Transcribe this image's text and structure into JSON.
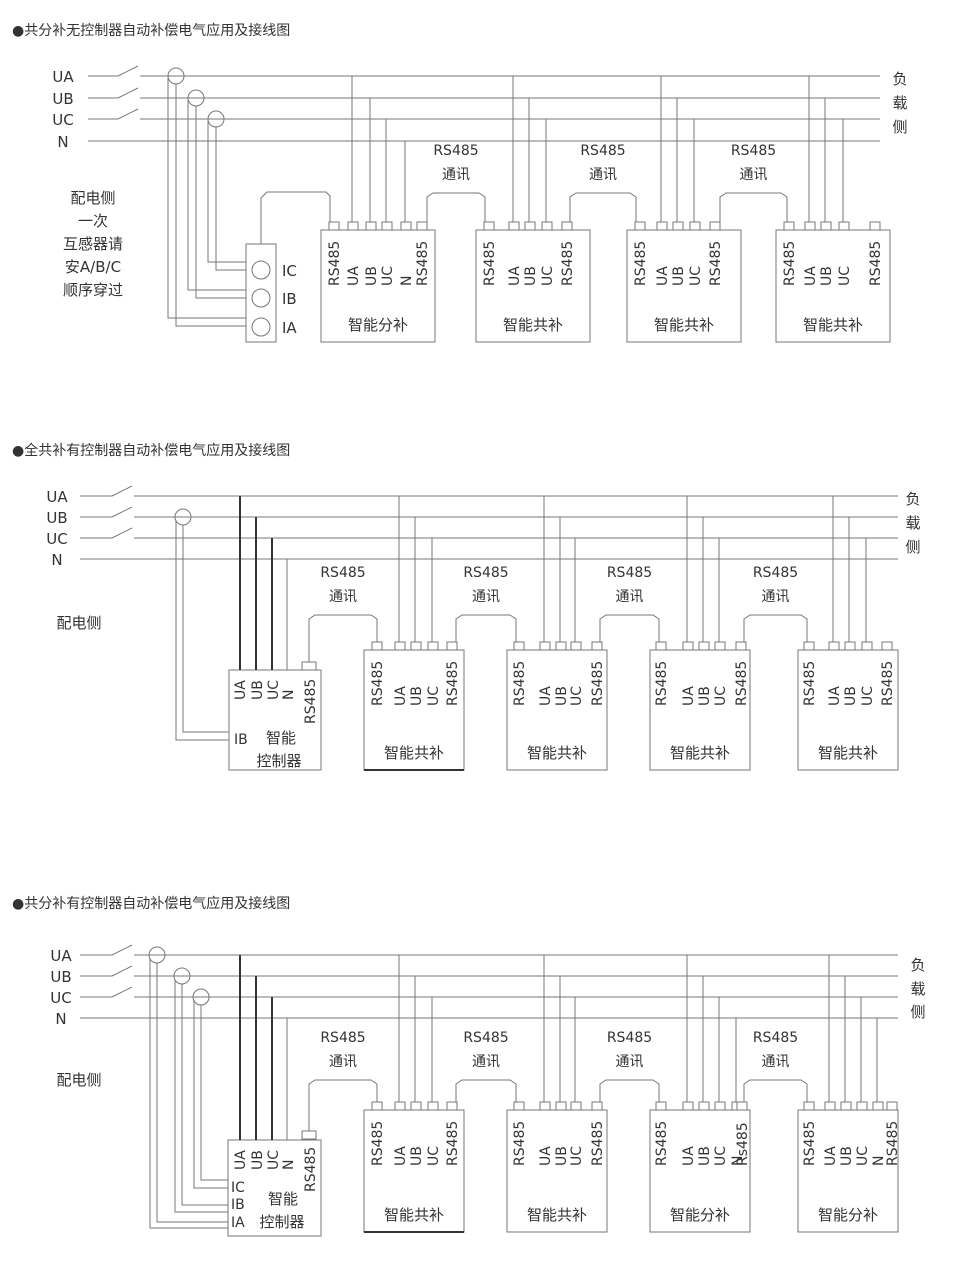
{
  "diagram1": {
    "title": "●共分补无控制器自动补偿电气应用及接线图",
    "lines": [
      "UA",
      "UB",
      "UC",
      "N"
    ],
    "load_side": [
      "负",
      "载",
      "侧"
    ],
    "note": [
      "配电侧",
      "一次",
      "互感器请",
      "安A/B/C",
      "顺序穿过"
    ],
    "ct": [
      "IC",
      "IB",
      "IA"
    ],
    "rs_label": "RS485",
    "comm_label": "通讯",
    "units": [
      {
        "pins": [
          "RS485",
          "UA",
          "UB",
          "UC",
          "N",
          "RS485"
        ],
        "name": "智能分补"
      },
      {
        "pins": [
          "RS485",
          "UA",
          "UB",
          "UC",
          "RS485"
        ],
        "name": "智能共补"
      },
      {
        "pins": [
          "RS485",
          "UA",
          "UB",
          "UC",
          "RS485"
        ],
        "name": "智能共补"
      },
      {
        "pins": [
          "RS485",
          "UA",
          "UB",
          "UC",
          "RS485"
        ],
        "name": "智能共补"
      }
    ]
  },
  "diagram2": {
    "title": "●全共补有控制器自动补偿电气应用及接线图",
    "lines": [
      "UA",
      "UB",
      "UC",
      "N"
    ],
    "load_side": [
      "负",
      "载",
      "侧"
    ],
    "note": [
      "配电侧"
    ],
    "controller": {
      "pins": [
        "UA",
        "UB",
        "UC",
        "N",
        "RS485"
      ],
      "ib": "IB",
      "name": [
        "智能",
        "控制器"
      ]
    },
    "rs_label": "RS485",
    "comm_label": "通讯",
    "units": [
      {
        "pins": [
          "RS485",
          "UA",
          "UB",
          "UC",
          "RS485"
        ],
        "name": "智能共补"
      },
      {
        "pins": [
          "RS485",
          "UA",
          "UB",
          "UC",
          "RS485"
        ],
        "name": "智能共补"
      },
      {
        "pins": [
          "RS485",
          "UA",
          "UB",
          "UC",
          "RS485"
        ],
        "name": "智能共补"
      },
      {
        "pins": [
          "RS485",
          "UA",
          "UB",
          "UC",
          "RS485"
        ],
        "name": "智能共补"
      }
    ]
  },
  "diagram3": {
    "title": "●共分补有控制器自动补偿电气应用及接线图",
    "lines": [
      "UA",
      "UB",
      "UC",
      "N"
    ],
    "load_side": [
      "负",
      "载",
      "侧"
    ],
    "note": [
      "配电侧"
    ],
    "controller": {
      "pins": [
        "UA",
        "UB",
        "UC",
        "N",
        "RS485"
      ],
      "ct": [
        "IC",
        "IB",
        "IA"
      ],
      "name": [
        "智能",
        "控制器"
      ]
    },
    "rs_label": "RS485",
    "comm_label": "通讯",
    "units": [
      {
        "pins": [
          "RS485",
          "UA",
          "UB",
          "UC",
          "RS485"
        ],
        "name": "智能共补"
      },
      {
        "pins": [
          "RS485",
          "UA",
          "UB",
          "UC",
          "RS485"
        ],
        "name": "智能共补"
      },
      {
        "pins": [
          "RS485",
          "UA",
          "UB",
          "UC",
          "N",
          "Rs485"
        ],
        "name": "智能分补"
      },
      {
        "pins": [
          "RS485",
          "UA",
          "UB",
          "UC",
          "N",
          "RS485"
        ],
        "name": "智能分补"
      }
    ]
  }
}
